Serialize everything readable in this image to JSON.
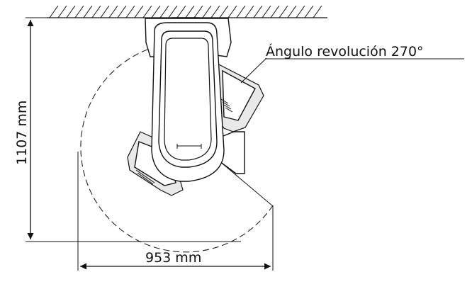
{
  "labels": {
    "rotation_angle": "Ángulo revolución  270°",
    "height": "1107 mm",
    "width": "953 mm"
  },
  "colors": {
    "line": "#111111",
    "background": "#ffffff"
  }
}
